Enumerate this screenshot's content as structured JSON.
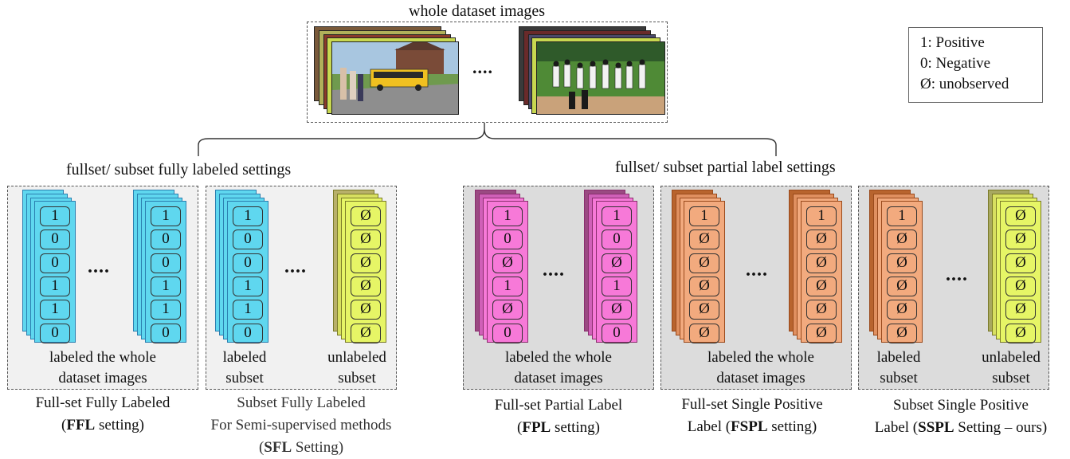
{
  "top": {
    "title": "whole dataset images",
    "ellipsis": "...."
  },
  "legend": {
    "positive": "1: Positive",
    "negative": "0: Negative",
    "unobserved": "Ø: unobserved"
  },
  "groups": {
    "fully_labeled": "fullset/ subset fully labeled settings",
    "partial_label": "fullset/ subset partial label settings"
  },
  "dots": "....",
  "colors": {
    "cyan": "#5fd7ef",
    "cyan_border": "#2b7fb0",
    "magenta": "#f779d8",
    "magenta_border": "#8a2f6e",
    "orange": "#f2aa7e",
    "orange_border": "#9a4a1c",
    "yellow": "#e6f566",
    "yellow_border": "#7a7a28"
  },
  "panels": [
    {
      "name": "FFL",
      "label_lines": [
        "labeled the whole",
        "dataset images"
      ],
      "left_stack": [
        "1",
        "0",
        "0",
        "1",
        "1",
        "0"
      ],
      "right_stack": [
        "1",
        "0",
        "0",
        "1",
        "1",
        "0"
      ],
      "caption": {
        "pre": "Full-set Fully Labeled",
        "line2_pre": "(",
        "bold": "FFL",
        "line2_post": " setting)"
      }
    },
    {
      "name": "SFL",
      "left_label": [
        "labeled",
        "subset"
      ],
      "right_label": [
        "unlabeled",
        "subset"
      ],
      "left_stack": [
        "1",
        "0",
        "0",
        "1",
        "1",
        "0"
      ],
      "right_stack": [
        "Ø",
        "Ø",
        "Ø",
        "Ø",
        "Ø",
        "Ø"
      ],
      "caption": {
        "line1": "Subset Fully Labeled",
        "line2": "For Semi-supervised methods",
        "line3_pre": "(",
        "bold": "SFL",
        "line3_post": " Setting)"
      }
    },
    {
      "name": "FPL",
      "label_lines": [
        "labeled the whole",
        "dataset images"
      ],
      "left_stack": [
        "1",
        "0",
        "Ø",
        "1",
        "Ø",
        "0"
      ],
      "right_stack": [
        "1",
        "0",
        "Ø",
        "1",
        "Ø",
        "0"
      ],
      "caption": {
        "pre": "Full-set Partial Label",
        "line2_pre": "(",
        "bold": "FPL",
        "line2_post": " setting)"
      }
    },
    {
      "name": "FSPL",
      "label_lines": [
        "labeled the whole",
        "dataset images"
      ],
      "left_stack": [
        "1",
        "Ø",
        "Ø",
        "Ø",
        "Ø",
        "Ø"
      ],
      "right_stack": [
        "1",
        "Ø",
        "Ø",
        "Ø",
        "Ø",
        "Ø"
      ],
      "caption": {
        "pre": "Full-set Single Positive",
        "line2_pre": "Label  (",
        "bold": "FSPL",
        "line2_post": " setting)"
      }
    },
    {
      "name": "SSPL",
      "left_label": [
        "labeled",
        "subset"
      ],
      "right_label": [
        "unlabeled",
        "subset"
      ],
      "left_stack": [
        "1",
        "Ø",
        "Ø",
        "Ø",
        "Ø",
        "Ø"
      ],
      "right_stack": [
        "Ø",
        "Ø",
        "Ø",
        "Ø",
        "Ø",
        "Ø"
      ],
      "caption": {
        "pre": "Subset Single Positive",
        "line2_pre": "Label (",
        "bold": "SSPL",
        "line2_post": " Setting – ours)"
      }
    }
  ]
}
